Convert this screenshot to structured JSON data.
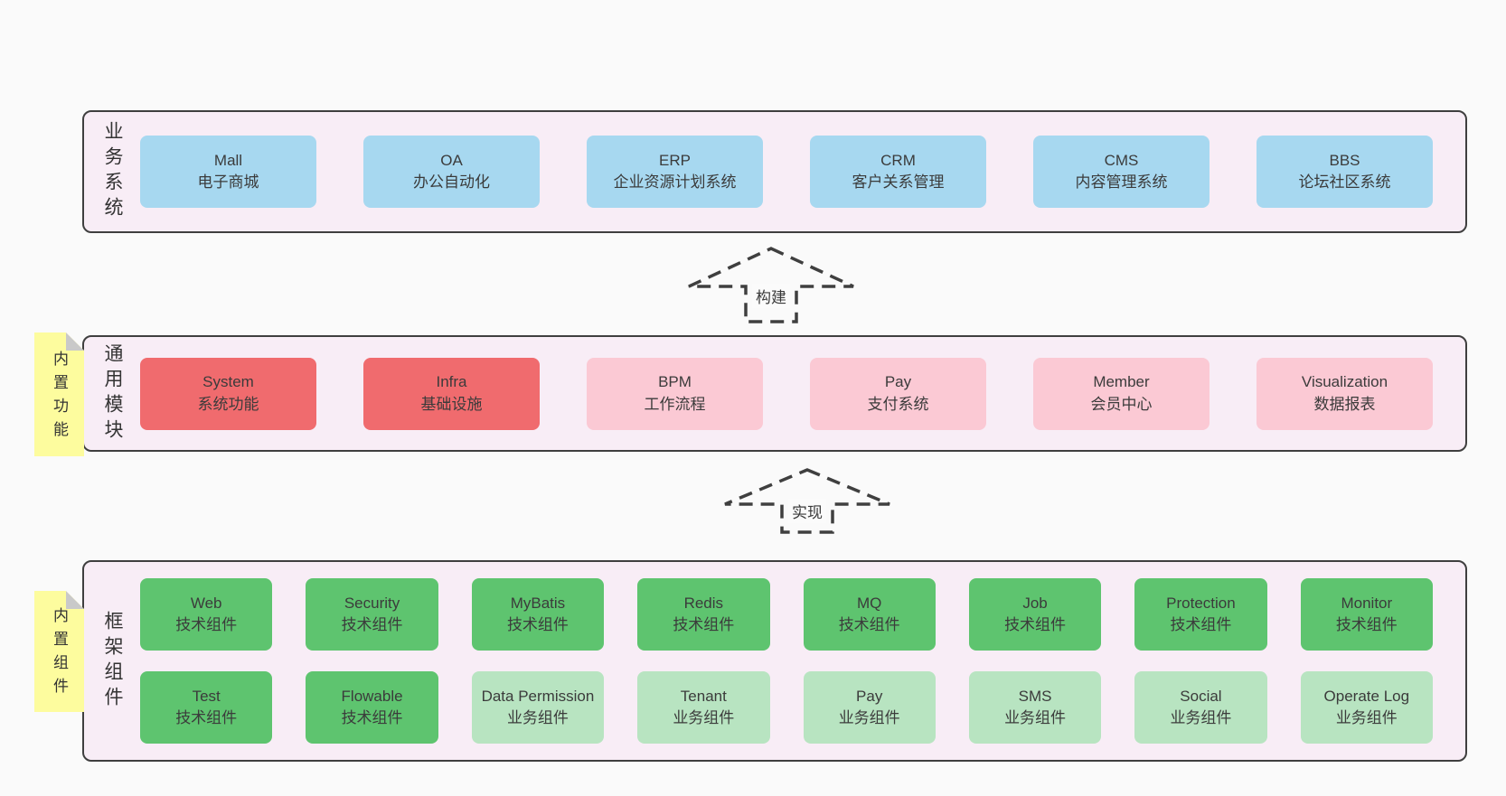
{
  "palette": {
    "page_bg": "#fafafa",
    "layer_bg": "#f8edf6",
    "layer_border": "#3f3f3f",
    "business_box_blue": "#a7d8f0",
    "module_box_red": "#f06b6e",
    "module_box_pink": "#fbc9d4",
    "component_box_green": "#5ec46f",
    "component_box_lightgreen": "#b8e4c1",
    "note_yellow": "#fdfc9e",
    "note_fold_gray": "#c9c9c9",
    "text": "#3a3a3a"
  },
  "layers": {
    "business": {
      "label": "业务系统",
      "boxes": [
        {
          "name": "Mall",
          "desc": "电子商城"
        },
        {
          "name": "OA",
          "desc": "办公自动化"
        },
        {
          "name": "ERP",
          "desc": "企业资源计划系统"
        },
        {
          "name": "CRM",
          "desc": "客户关系管理"
        },
        {
          "name": "CMS",
          "desc": "内容管理系统"
        },
        {
          "name": "BBS",
          "desc": "论坛社区系统"
        }
      ]
    },
    "modules": {
      "label": "通用模块",
      "note": "内置功能",
      "boxes": [
        {
          "name": "System",
          "desc": "系统功能"
        },
        {
          "name": "Infra",
          "desc": "基础设施"
        },
        {
          "name": "BPM",
          "desc": "工作流程"
        },
        {
          "name": "Pay",
          "desc": "支付系统"
        },
        {
          "name": "Member",
          "desc": "会员中心"
        },
        {
          "name": "Visualization",
          "desc": "数据报表"
        }
      ]
    },
    "components": {
      "label": "框架组件",
      "note": "内置组件",
      "row1": [
        {
          "name": "Web",
          "desc": "技术组件"
        },
        {
          "name": "Security",
          "desc": "技术组件"
        },
        {
          "name": "MyBatis",
          "desc": "技术组件"
        },
        {
          "name": "Redis",
          "desc": "技术组件"
        },
        {
          "name": "MQ",
          "desc": "技术组件"
        },
        {
          "name": "Job",
          "desc": "技术组件"
        },
        {
          "name": "Protection",
          "desc": "技术组件"
        },
        {
          "name": "Monitor",
          "desc": "技术组件"
        }
      ],
      "row2": [
        {
          "name": "Test",
          "desc": "技术组件"
        },
        {
          "name": "Flowable",
          "desc": "技术组件"
        },
        {
          "name": "Data Permission",
          "desc": "业务组件"
        },
        {
          "name": "Tenant",
          "desc": "业务组件"
        },
        {
          "name": "Pay",
          "desc": "业务组件"
        },
        {
          "name": "SMS",
          "desc": "业务组件"
        },
        {
          "name": "Social",
          "desc": "业务组件"
        },
        {
          "name": "Operate Log",
          "desc": "业务组件"
        }
      ]
    }
  },
  "arrows": {
    "build": "构建",
    "implement": "实现"
  }
}
